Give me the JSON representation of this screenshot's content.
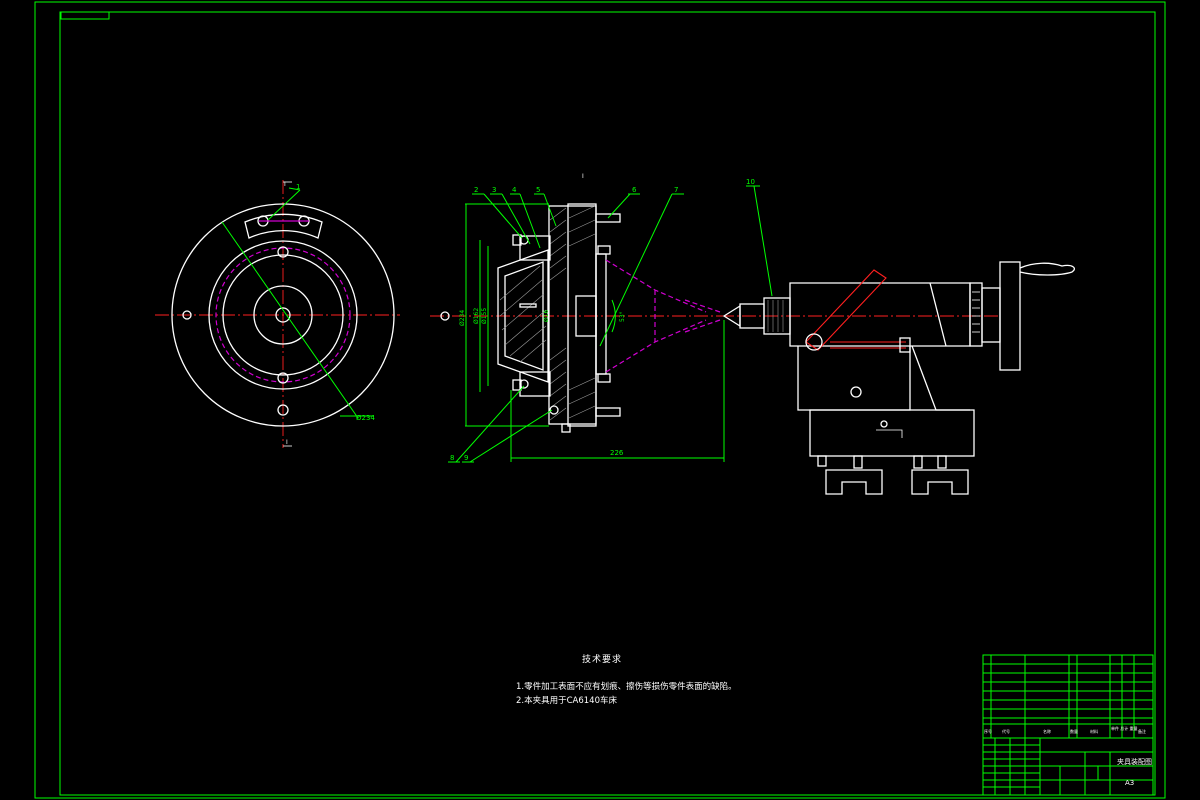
{
  "balloons": [
    "1",
    "2",
    "3",
    "4",
    "5",
    "6",
    "7",
    "8",
    "9",
    "10"
  ],
  "section_mark": "I",
  "dimensions": {
    "front_dia": "Ø234",
    "side_dia_1": "Ø234",
    "side_dia_2": "Ø162",
    "side_dia_3": "Ø155",
    "inner_dia": "Ø16",
    "length": "226",
    "angle": "53°"
  },
  "tech_requirements": {
    "title": "技术要求",
    "lines": [
      "1.零件加工表面不应有划痕、擦伤等损伤零件表面的缺陷。",
      "2.本夹具用于CA6140车床"
    ]
  },
  "title_block": {
    "header": [
      "序号",
      "代号",
      "名称",
      "数量",
      "材料",
      "单件 总计 重量",
      "备注"
    ],
    "drawing_title": "夹具装配图",
    "sheet_size": "A3"
  },
  "colors": {
    "border": "#00ff00",
    "part": "#ffffff",
    "centerline": "#ff2020",
    "hidden": "#d000d0",
    "background": "#000000"
  }
}
